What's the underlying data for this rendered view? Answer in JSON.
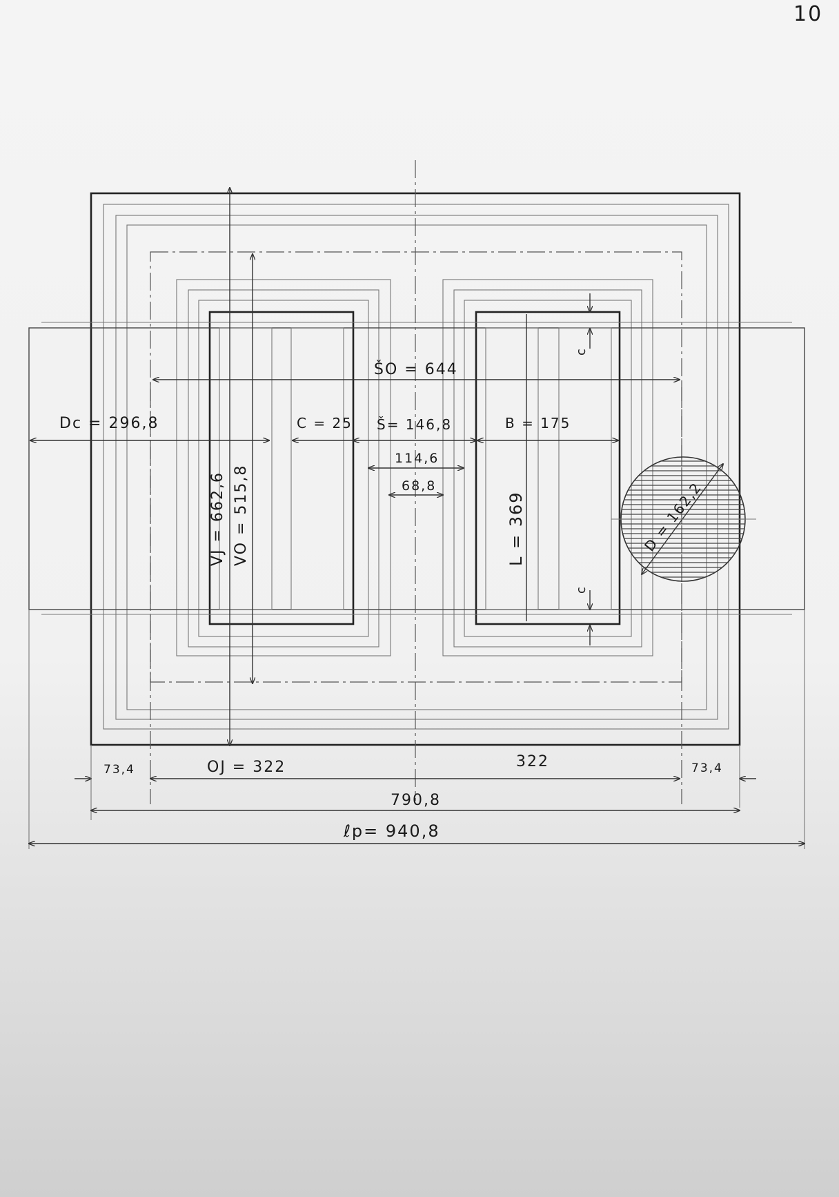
{
  "page_number": "10",
  "dimensions": {
    "so": "ŠO = 644",
    "dc": "Dc = 296,8",
    "c": "C = 25",
    "s": "Š= 146,8",
    "b": "B = 175",
    "s2": "114,6",
    "s3": "68,8",
    "vj": "VJ = 662,6",
    "vo": "VO = 515,8",
    "l": "L = 369",
    "d": "D = 162,2",
    "c_top": "c",
    "c_bottom": "c",
    "left_73": "73,4",
    "oj": "OJ = 322",
    "right_322": "322",
    "right_73": "73,4",
    "total_790": "790,8",
    "lp": "ℓp= 940,8"
  },
  "colors": {
    "ink": "#222222",
    "paper": "#f2f2f2"
  }
}
